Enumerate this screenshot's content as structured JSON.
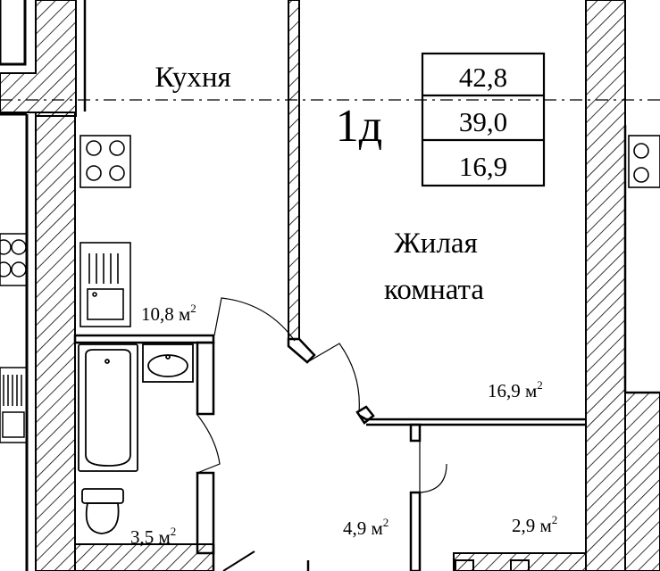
{
  "apartment": {
    "code": "1д",
    "table": {
      "total": "42,8",
      "living_total": "39,0",
      "living": "16,9"
    }
  },
  "rooms": {
    "kitchen": {
      "name": "Кухня",
      "area": "10,8 м",
      "area_sup": "2"
    },
    "living": {
      "name_line1": "Жилая",
      "name_line2": "комната",
      "area": "16,9 м",
      "area_sup": "2"
    },
    "bathroom": {
      "area": "3,5 м",
      "area_sup": "2"
    },
    "hall": {
      "area": "4,9 м",
      "area_sup": "2"
    },
    "storage": {
      "area": "2,9 м",
      "area_sup": "2"
    }
  },
  "colors": {
    "wall_outline": "#000000",
    "hatch": "#000000",
    "background": "#ffffff"
  }
}
